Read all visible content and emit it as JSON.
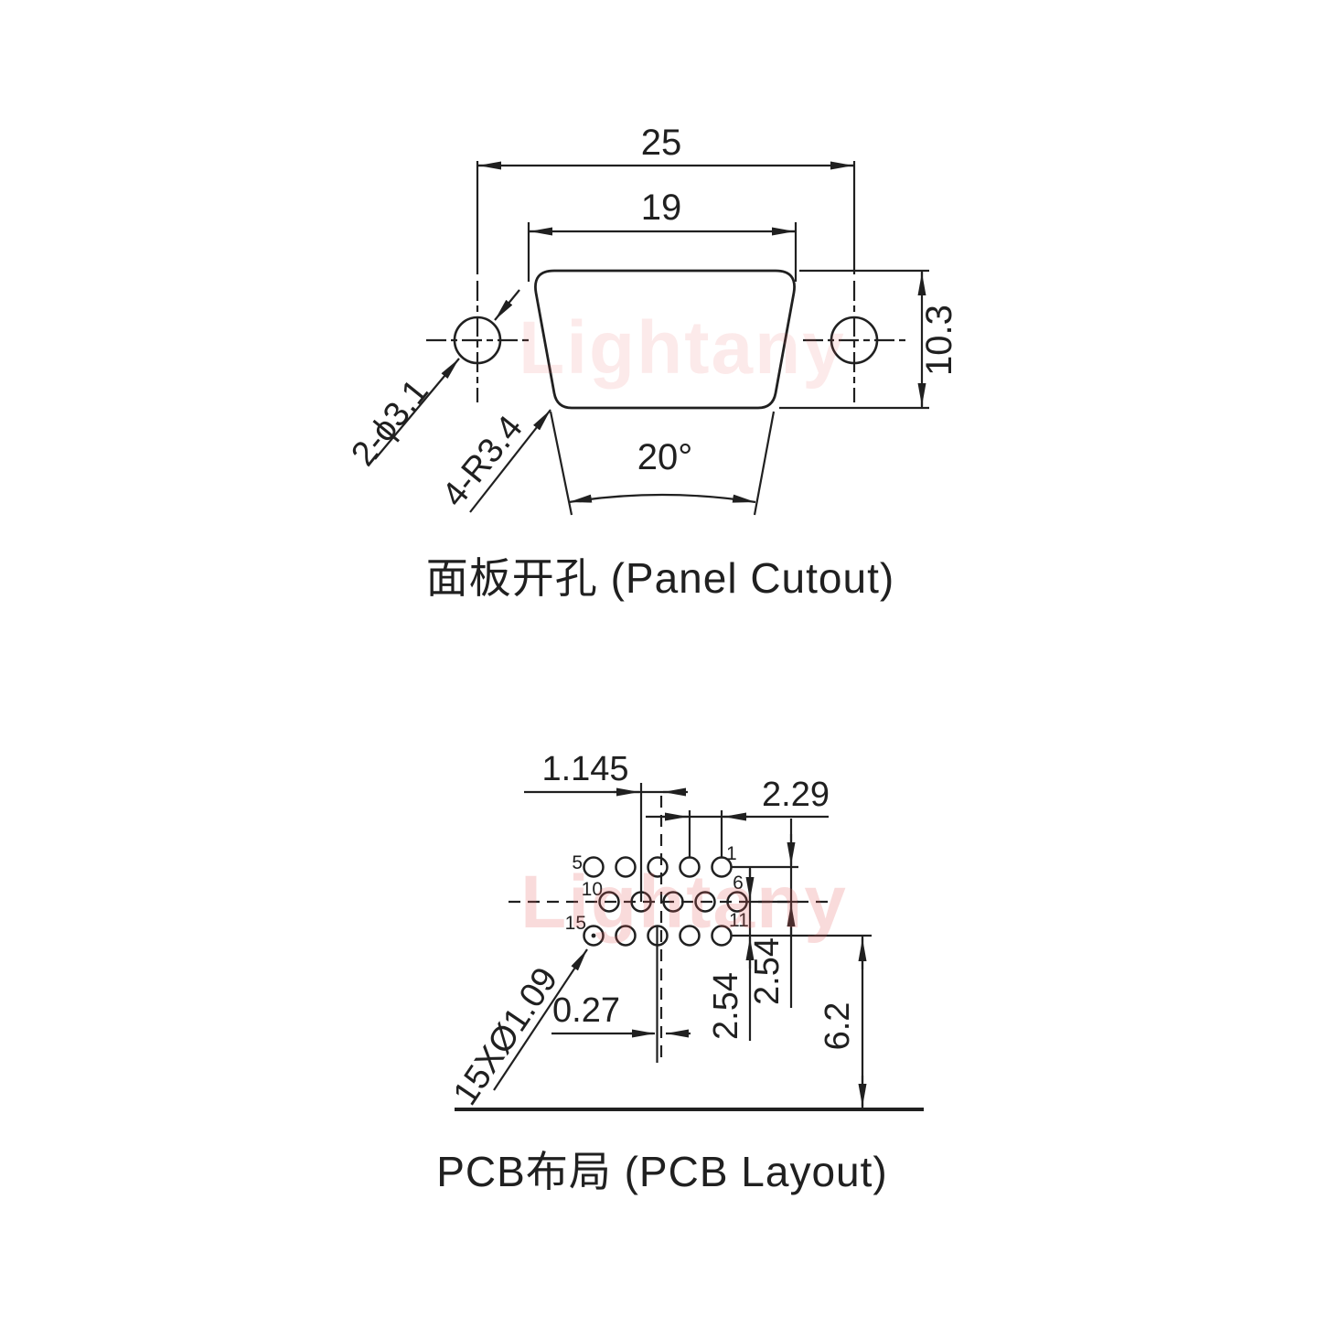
{
  "watermark": {
    "text": "Lightany",
    "color": "#e45c5c"
  },
  "panel": {
    "title": "面板开孔 (Panel Cutout)",
    "dim_outer_width": "25",
    "dim_inner_width": "19",
    "dim_height": "10.3",
    "label_mount_holes": "2-ϕ3.1",
    "label_corner_radius": "4-R3.4",
    "dim_side_angle": "20°"
  },
  "pcb": {
    "title": "PCB布局 (PCB Layout)",
    "dim_row_offset": "1.145",
    "dim_pitch": "2.29",
    "dim_center_offset": "0.27",
    "dim_row_spacing_a": "2.54",
    "dim_row_spacing_b": "2.54",
    "dim_edge_distance": "6.2",
    "label_pad_holes": "15XØ1.09",
    "pins": {
      "p1": "1",
      "p5": "5",
      "p6": "6",
      "p10": "10",
      "p11": "11",
      "p15": "15"
    }
  }
}
